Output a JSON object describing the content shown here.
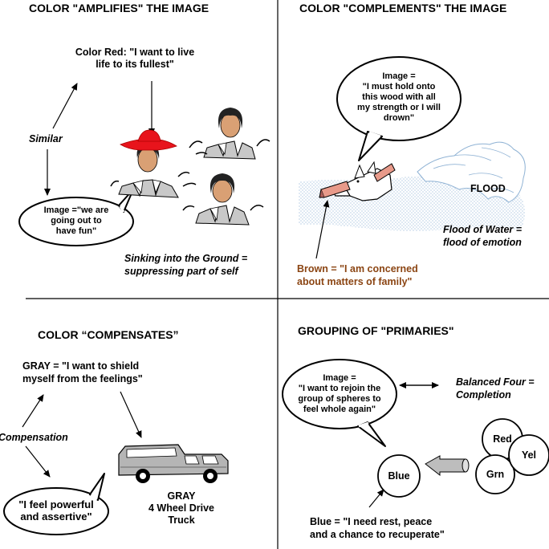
{
  "quadrants": {
    "amplifies": {
      "title": "COLOR \"AMPLIFIES\" THE IMAGE",
      "color_label_line1": "Color Red: \"I want to live",
      "color_label_line2": "life to its fullest\"",
      "similar": "Similar",
      "bubble_line1": "Image =\"we are",
      "bubble_line2": "going out to",
      "bubble_line3": "have fun\"",
      "caption_line1": "Sinking into the Ground =",
      "caption_line2": "suppressing part of self"
    },
    "complements": {
      "title": "COLOR \"COMPLEMENTS\" THE IMAGE",
      "bubble_line1": "Image =",
      "bubble_line2": "\"I must hold onto",
      "bubble_line3": "this wood with all",
      "bubble_line4": "my strength or I will",
      "bubble_line5": "drown\"",
      "flood": "FLOOD",
      "water_line1": "Flood of Water =",
      "water_line2": "flood of emotion",
      "brown_line1": "Brown = \"I am concerned",
      "brown_line2": "about matters of family\""
    },
    "compensates": {
      "title": "COLOR “COMPENSATES”",
      "gray_line1": "GRAY = \"I want to shield",
      "gray_line2": "myself from the feelings\"",
      "compensation": "Compensation",
      "bubble_line1": "\"I feel powerful",
      "bubble_line2": "and assertive\"",
      "truck_line1": "GRAY",
      "truck_line2": "4 Wheel Drive",
      "truck_line3": "Truck"
    },
    "primaries": {
      "title": "GROUPING OF \"PRIMARIES\"",
      "bubble_line1": "Image =",
      "bubble_line2": "\"I want to rejoin the",
      "bubble_line3": "group of spheres to",
      "bubble_line4": "feel whole again\"",
      "balanced_line1": "Balanced Four =",
      "balanced_line2": "Completion",
      "sphere_blue": "Blue",
      "sphere_red": "Red",
      "sphere_yel": "Yel",
      "sphere_grn": "Grn",
      "blue_line1": "Blue = \"I need rest, peace",
      "blue_line2": "and a chance to recuperate\""
    }
  },
  "colors": {
    "red": "#e8141c",
    "brown": "#8b4513",
    "water_dots": "#9ab8d6",
    "gray_skin": "#b5b5b5"
  }
}
